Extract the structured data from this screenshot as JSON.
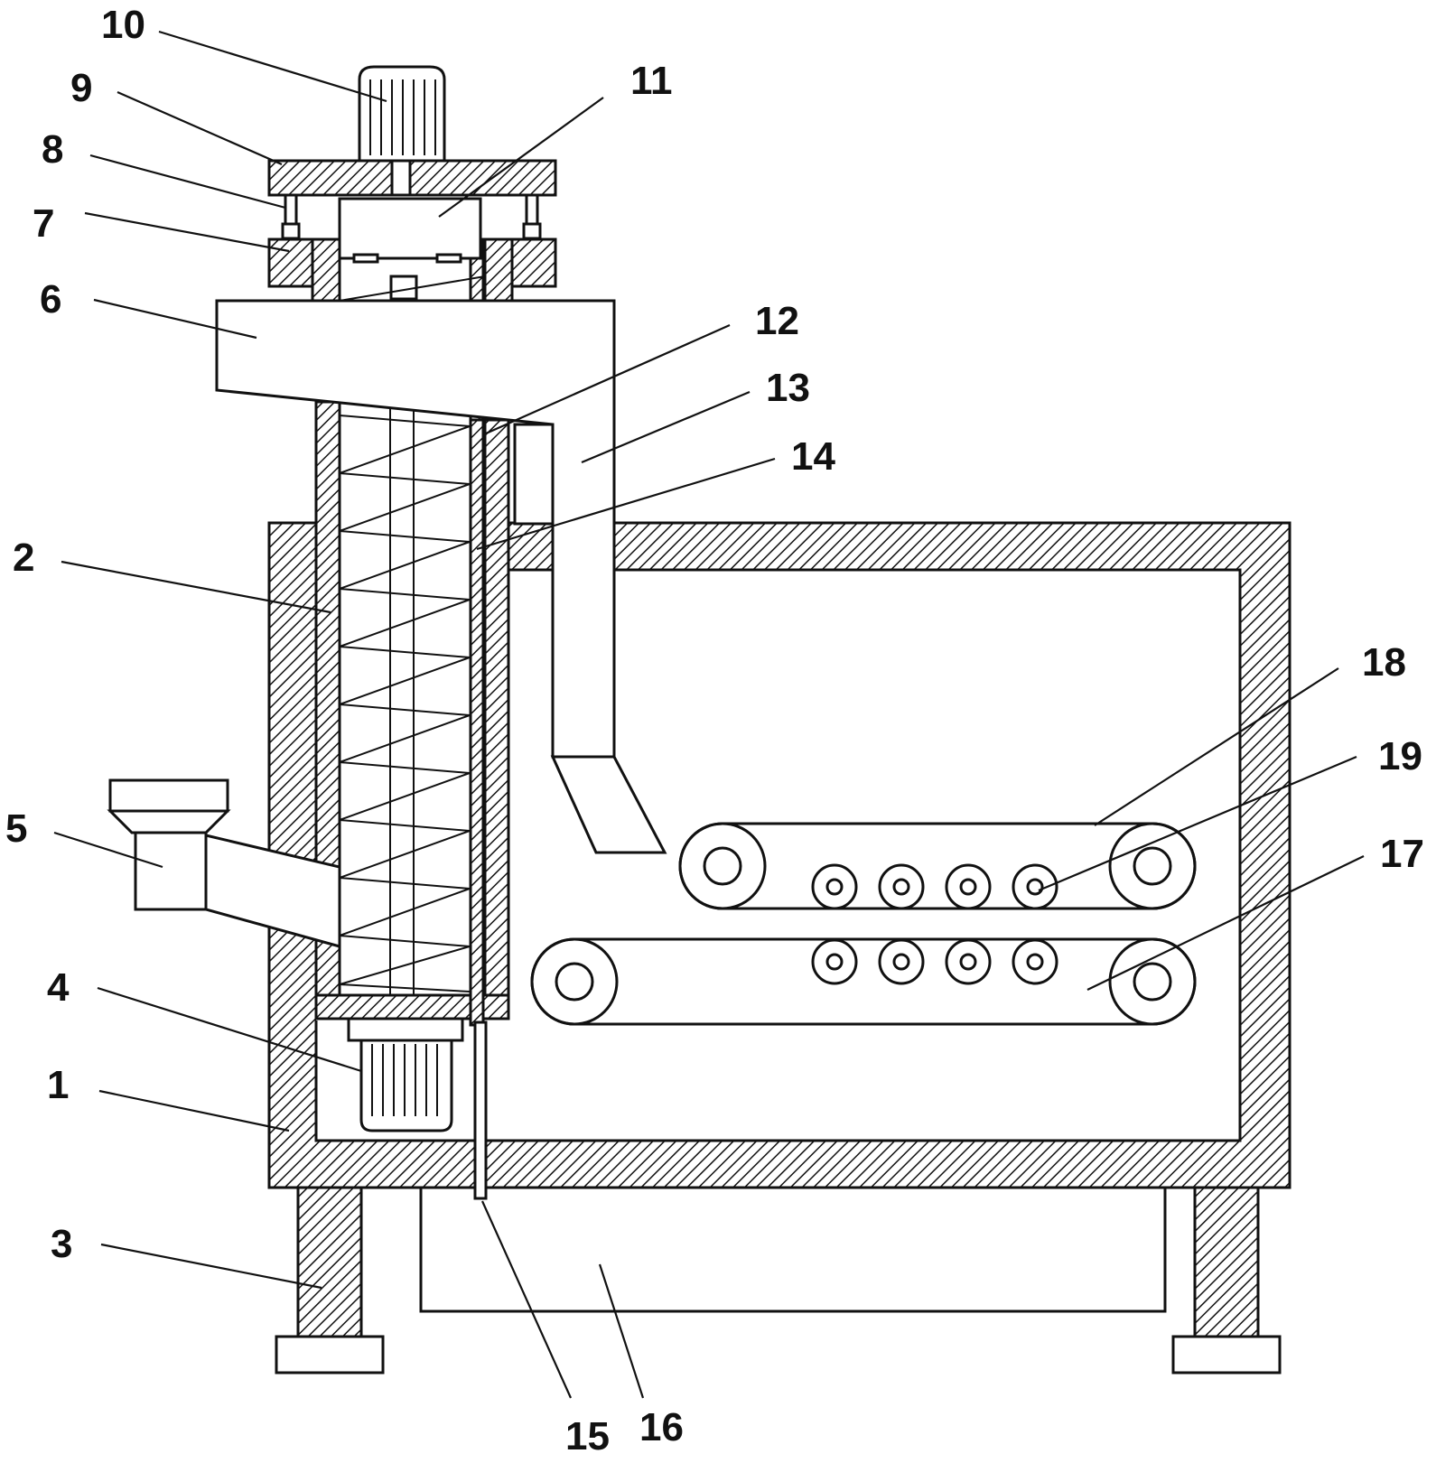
{
  "diagram": {
    "labels": [
      {
        "id": "1",
        "text": "1"
      },
      {
        "id": "2",
        "text": "2"
      },
      {
        "id": "3",
        "text": "3"
      },
      {
        "id": "4",
        "text": "4"
      },
      {
        "id": "5",
        "text": "5"
      },
      {
        "id": "6",
        "text": "6"
      },
      {
        "id": "7",
        "text": "7"
      },
      {
        "id": "8",
        "text": "8"
      },
      {
        "id": "9",
        "text": "9"
      },
      {
        "id": "10",
        "text": "10"
      },
      {
        "id": "11",
        "text": "11"
      },
      {
        "id": "12",
        "text": "12"
      },
      {
        "id": "13",
        "text": "13"
      },
      {
        "id": "14",
        "text": "14"
      },
      {
        "id": "15",
        "text": "15"
      },
      {
        "id": "16",
        "text": "16"
      },
      {
        "id": "17",
        "text": "17"
      },
      {
        "id": "18",
        "text": "18"
      },
      {
        "id": "19",
        "text": "19"
      }
    ]
  }
}
